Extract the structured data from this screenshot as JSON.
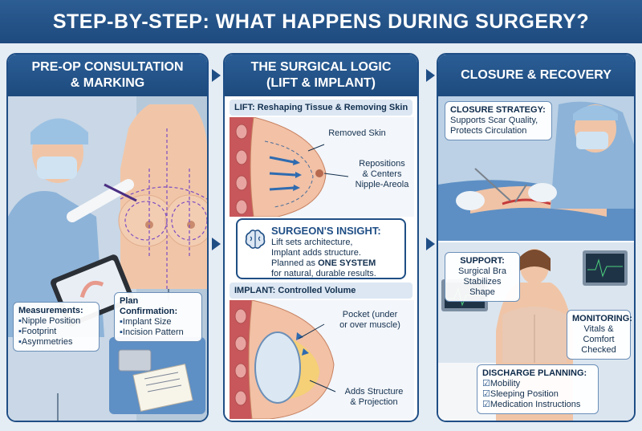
{
  "title": "STEP-BY-STEP: WHAT HAPPENS DURING SURGERY?",
  "panel1": {
    "title_line1": "PRE-OP CONSULTATION",
    "title_line2": "& MARKING",
    "measurements": {
      "title": "Measurements:",
      "items": [
        "Nipple Position",
        "Footprint",
        "Asymmetries"
      ]
    },
    "plan": {
      "title": "Plan Confirmation:",
      "items": [
        "Implant Size",
        "Incision Pattern"
      ]
    }
  },
  "panel2": {
    "title_line1": "THE SURGICAL LOGIC",
    "title_line2": "(LIFT & IMPLANT)",
    "lift": {
      "header": "LIFT: Reshaping Tissue & Removing Skin",
      "label_removed": "Removed Skin",
      "label_repos_1": "Repositions",
      "label_repos_2": "& Centers",
      "label_repos_3": "Nipple-Areola"
    },
    "insight": {
      "title": "SURGEON'S INSIGHT:",
      "line1": "Lift sets architecture,",
      "line2": "Implant adds structure.",
      "line3_pre": "Planned as ",
      "line3_bold": "ONE SYSTEM",
      "line4": "for natural, durable results."
    },
    "implant": {
      "header": "IMPLANT: Controlled Volume",
      "label_pocket_1": "Pocket (under",
      "label_pocket_2": "or over muscle)",
      "label_adds_1": "Adds Structure",
      "label_adds_2": "& Projection"
    }
  },
  "panel3": {
    "title": "CLOSURE & RECOVERY",
    "closure": {
      "title": "CLOSURE STRATEGY:",
      "line1": "Supports Scar Quality,",
      "line2": "Protects Circulation"
    },
    "support": {
      "title": "SUPPORT:",
      "line1": "Surgical Bra",
      "line2": "Stabilizes Shape"
    },
    "monitoring": {
      "title": "MONITORING:",
      "line1": "Vitals &",
      "line2": "Comfort",
      "line3": "Checked"
    },
    "discharge": {
      "title": "DISCHARGE PLANNING:",
      "items": [
        "Mobility",
        "Sleeping Position",
        "Medication Instructions"
      ]
    }
  },
  "colors": {
    "navy": "#1f4e85",
    "skin": "#f1c6a8",
    "tissue_pink": "#e79a8c",
    "scrubs": "#8db3d8"
  }
}
